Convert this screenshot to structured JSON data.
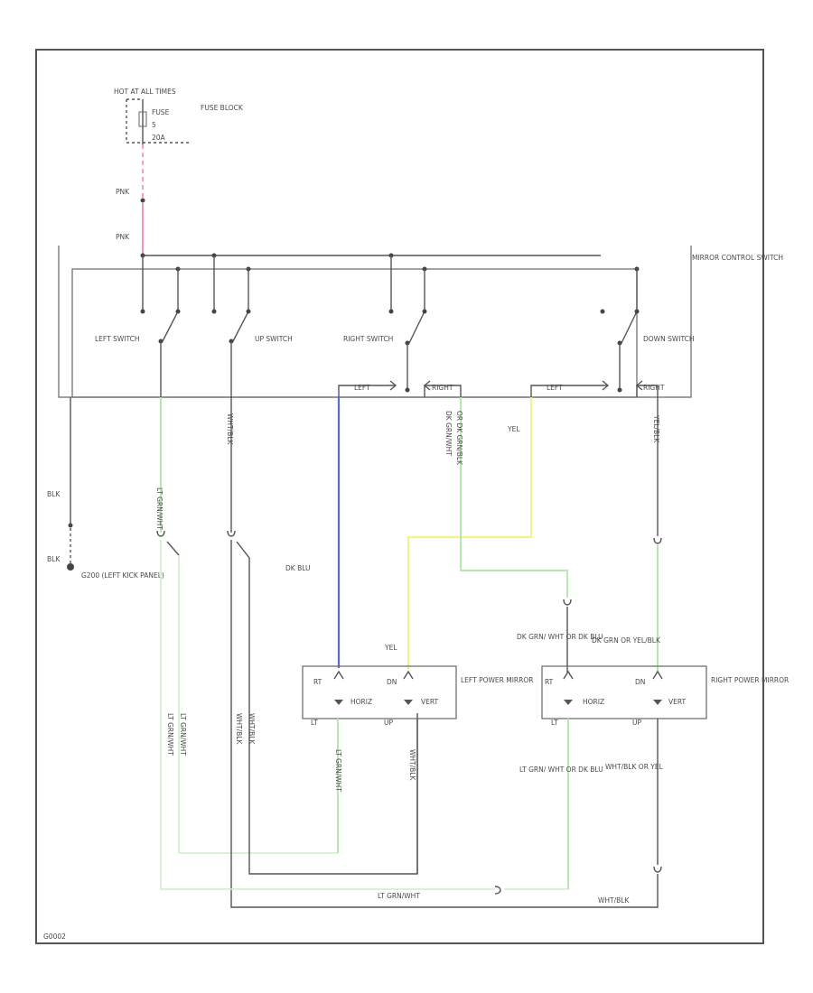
{
  "fuse": {
    "hot": "HOT AT ALL TIMES",
    "fuse": "FUSE",
    "num": "5",
    "amp": "20A",
    "block": "FUSE BLOCK"
  },
  "wires": {
    "pnk1": "PNK",
    "pnk2": "PNK",
    "blk1": "BLK",
    "blk2": "BLK",
    "lt_grn_wht": "LT GRN/WHT",
    "wht_blk": "WHT/BLK",
    "dk_grn_wht": "DK GRN/WHT",
    "dk_grn_blk": "OR DK GRN/BLK",
    "yel_top": "YEL",
    "yel_blk": "YEL/BLK",
    "dk_blu": "DK BLU",
    "yel_mid": "YEL",
    "dk_grn_wht_or": "DK GRN/ WHT OR DK BLU",
    "dk_grn_yel": "DK GRN OR YEL/BLK",
    "lt_grn_wht_or": "LT GRN/ WHT OR DK BLU",
    "wht_blk_or": "WHT/BLK OR YEL",
    "lt_grn_wht_bot": "LT GRN/WHT",
    "wht_blk_bot": "WHT/BLK"
  },
  "switch": {
    "mirror_ctrl": "MIRROR CONTROL SWITCH",
    "left": "LEFT SWITCH",
    "up": "UP SWITCH",
    "right": "RIGHT SWITCH",
    "down": "DOWN SWITCH",
    "left_t1": "LEFT",
    "right_t1": "RIGHT",
    "left_t2": "LEFT",
    "right_t2": "RIGHT"
  },
  "ground": {
    "label": "G200 (LEFT KICK PANEL)"
  },
  "left_mirror": {
    "title": "LEFT POWER MIRROR",
    "rt": "RT",
    "dn": "DN",
    "horiz": "HORIZ",
    "vert": "VERT",
    "lt": "LT",
    "up": "UP"
  },
  "right_mirror": {
    "title": "RIGHT POWER MIRROR",
    "rt": "RT",
    "dn": "DN",
    "horiz": "HORIZ",
    "vert": "VERT",
    "lt": "LT",
    "up": "UP"
  },
  "code": "G0002",
  "colors": {
    "pink": "#f08ab0",
    "blue": "#5b6ad6",
    "yellow": "#f4f28a",
    "green": "#b6e8b0"
  }
}
